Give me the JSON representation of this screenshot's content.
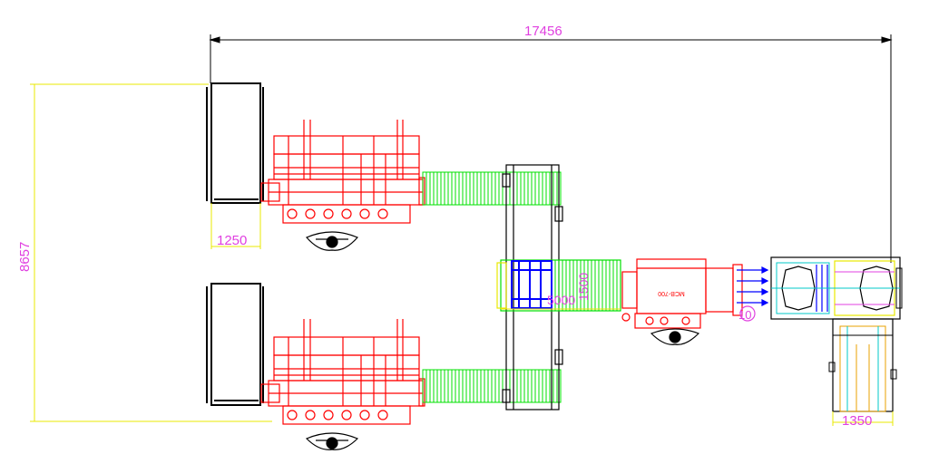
{
  "colors": {
    "dimension_line": "#000000",
    "dimension_text": "#e040e0",
    "extension_yellow": "#e8e800",
    "frame_black": "#000000",
    "machine_red": "#ff0000",
    "conveyor_green": "#00e000",
    "blue_parts": "#0000ff",
    "cyan_parts": "#00c8c8"
  },
  "dimensions": {
    "overall_length": "17456",
    "overall_width": "8657",
    "rack_width": "1250",
    "outfeed_width": "1350",
    "label_5000": "5000",
    "label_1500": "1500",
    "label_10": "10"
  },
  "machine_label": "MCB-700"
}
